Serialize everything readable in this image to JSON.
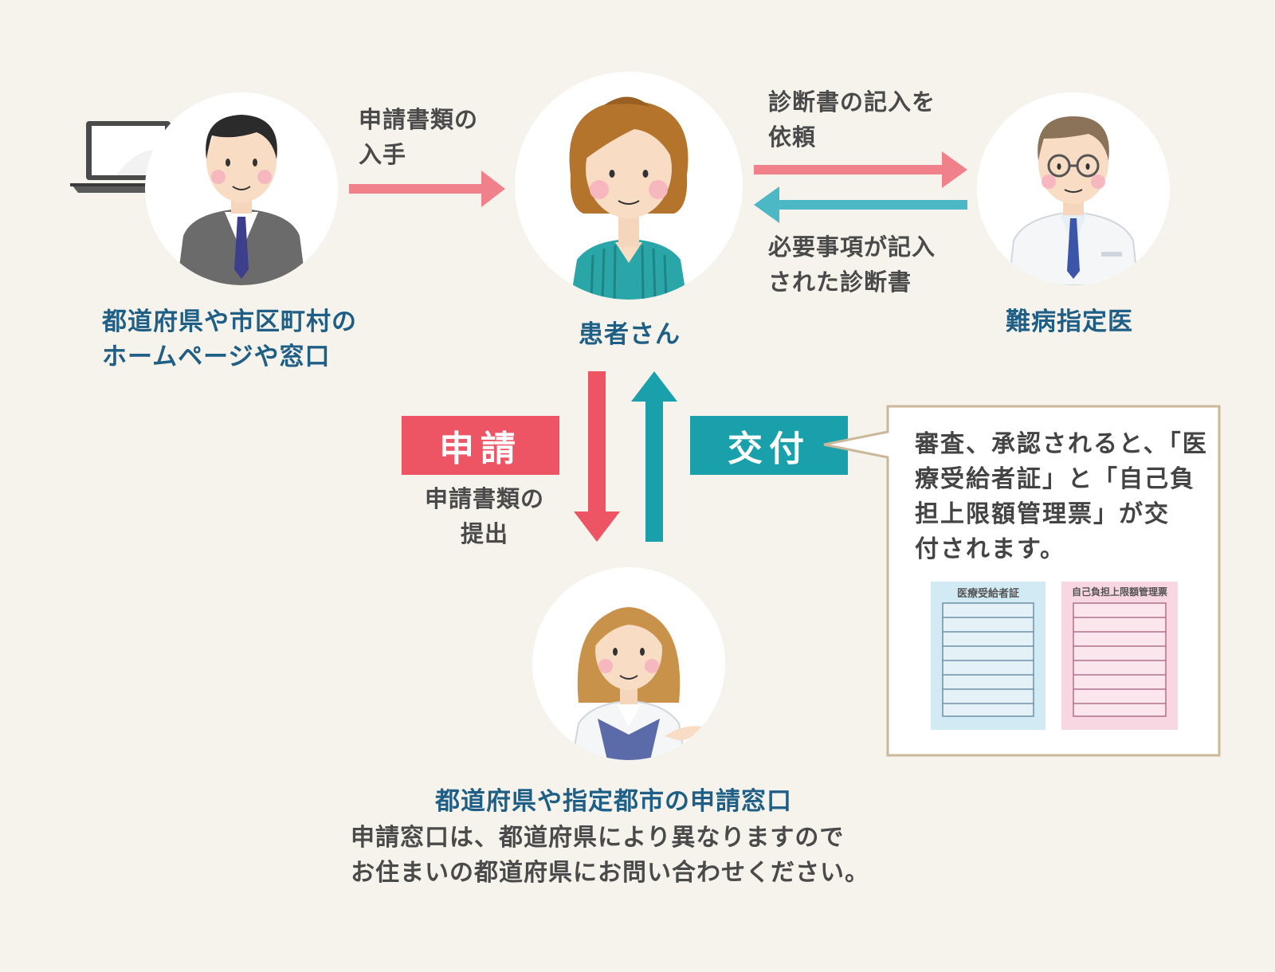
{
  "nodes": {
    "office": {
      "label_line1": "都道府県や市区町村の",
      "label_line2": "ホームページや窓口"
    },
    "patient": {
      "label": "患者さん"
    },
    "doctor": {
      "label": "難病指定医"
    },
    "window": {
      "label": "都道府県や指定都市の申請窓口",
      "note_line1": "申請窓口は、都道府県により異なりますので",
      "note_line2": "お住まいの都道府県にお問い合わせください。"
    }
  },
  "arrows": {
    "obtain": {
      "line1": "申請書類の",
      "line2": "入手"
    },
    "request": {
      "line1": "診断書の記入を",
      "line2": "依頼"
    },
    "return": {
      "line1": "必要事項が記入",
      "line2": "された診断書"
    },
    "submit": {
      "line1": "申請書類の",
      "line2": "提出"
    }
  },
  "badges": {
    "apply": {
      "label": "申請",
      "color": "#ee5564"
    },
    "issue": {
      "label": "交付",
      "color": "#19a0ab"
    }
  },
  "callout": {
    "line1": "審査、承認されると、「医",
    "line2": "療受給者証」と「自己負",
    "line3": "担上限額管理票」が交",
    "line4": "付されます。",
    "card_left_title": "医療受給者証",
    "card_right_title": "自己負担上限額管理票"
  },
  "colors": {
    "pink_arrow": "#f0808a",
    "teal_arrow": "#4db8c5",
    "red_arrow": "#ee5564",
    "teal_dark": "#19a0ab",
    "label_blue": "#1f5f86"
  }
}
